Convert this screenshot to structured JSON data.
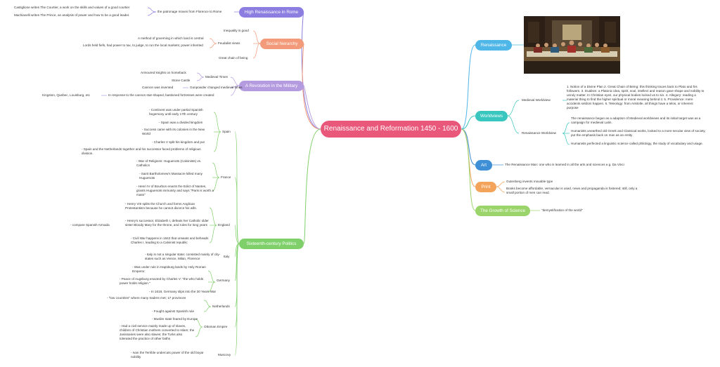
{
  "central": "Renaissance and Reformation 1450 - 1600",
  "colors": {
    "central": "#e9577a",
    "high_renaissance": "#8c7ee0",
    "social_hierarchy": "#f39a7a",
    "military": "#b49be0",
    "sixteenth_century": "#7fd06a",
    "renaissance": "#4fb6e8",
    "worldviews": "#38c6be",
    "art": "#3f8fd6",
    "print": "#f4a35a",
    "science": "#9ad46a"
  },
  "left": {
    "high_renaissance": {
      "label": "High Renaissance in Rome",
      "sub": "the patronage moves from Florence to Rome",
      "items": [
        "Castiglione writes The Courtier, a work on the skills and values of a good courtier",
        "Machiavelli writes The Prince, an analysis of power and how to be a good leader."
      ]
    },
    "social_hierarchy": {
      "label": "Social hierarchy",
      "inequality": "Inequality is good",
      "feudalist": "Feudalist views",
      "feudalist_items": [
        "A method of governing in which land is central",
        "Lords held fiefs, had power to tax, to judge, to run the local markets; power inherited"
      ],
      "chain": "Great chain of being"
    },
    "military": {
      "label": "A Revolution in the Military",
      "medieval_times": "Medieval Times",
      "knights": "Armoured knights on horseback",
      "castle": "Stone Castle",
      "gunpowder": "Gunpowder changed medieval times",
      "cannon": "Cannon was invented",
      "response": "In response to the cannon star-shaped, bastioned fortresses were created",
      "places": "Kingston, Quebec, Louisburg, etc"
    },
    "sixteenth": {
      "label": "Sixteenth-century Politics",
      "spain": {
        "label": "Spain",
        "items": [
          "- Continent was under partial Spanish hegemony until early 17th century",
          "- Spain was a divided kingdom",
          "- Success came with its colonies in the New World",
          "- Charles V split his kingdom and put",
          "- Spain and the Netherlands together and his successor faced problems of religious division."
        ]
      },
      "france": {
        "label": "France",
        "items": [
          "- War of Religions: Huguenots (Calvinists) vs. Catholics",
          "- Saint Bartholomew's Massacre killed many Huguenots",
          "- Henri IV of Bourbon enacts the Edict of Nantes, grants Huguenots immunity and says &quot;Paris is worth a mass&quot;"
        ]
      },
      "england": {
        "label": "England",
        "side": "- compare Spanish Armada",
        "items": [
          "- Henry VIII splits the Church and forms Anglican Protestantism because he cannot divorce his wife.",
          "- Henry's successor, Elizabeth I, defeats her Catholic older sister Bloody Mary for the throne, and rules for long years",
          "- Civil War happens in 1642 that unseats and beheads Charles I, leading to a Calvinist republic"
        ]
      },
      "italy": {
        "label": "Italy",
        "items": [
          "- Italy is not a singular state; consisted mainly of city-states such as Venice, Milan, Florence"
        ]
      },
      "germany": {
        "label": "Germany",
        "items": [
          "- Was under rule in Hapsburg lands by Holy Roman Emperor.",
          "- Peace of Augsburg enacted by Charles V: &quot;the who holds power holds religion.&quot;",
          "- In 1618, Germany slips into the 30 Years War"
        ]
      },
      "netherlands": {
        "label": "Netherlands",
        "items": [
          "- &quot;low countries&quot; where many traders met; 17 provinces",
          "- Fought against Spanish rule"
        ]
      },
      "ottoman": {
        "label": "Ottoman Empire",
        "items": [
          "- Muslim state feared by Europe",
          "- Had a civil service mainly made up of slaves, children of Christian mothers converted to Islam; the Janissaries were also slaves; the Turks also tolerated the practice of other faiths"
        ]
      },
      "muscovy": {
        "label": "Muscovy",
        "items": [
          "- Ivan the Terrible undercuts power of the old boyar nobility"
        ]
      }
    }
  },
  "right": {
    "renaissance": {
      "label": "Renaissance"
    },
    "worldviews": {
      "label": "Worldviews",
      "medieval": {
        "label": "Medieval Worldview",
        "text": "1. Notion of a Divine Plan 2. Great Chain of Being: this thinking traces back to Plato and his followers. 3. Dualism: a Platonic idea, spirit, soul, intellect and reason gave shape and nobility to unruly matter. In Christian eyes, our physical bodies locked us to sin. 4. Allegory: reading a material thing to find the higher spiritual or moral meaning behind it. 5. Providence: mere accidents seldom happen. 6. Teleology: from Aristotle, all things have a telos, or inherent purpose"
      },
      "renaissance_wv": {
        "label": "Renaissance Worldview",
        "items": [
          "The renaissance began as a adaption of Medieval worldviews and its initial target was as a campaign for medieval Latin.",
          "Humanists unearthed old Greek and Classical works, looked to a more secular view of society, put the emphasis back on man as an entity",
          "Humanists perfected a linguistic science called philology, the study of vocabulary and usage."
        ]
      }
    },
    "art": {
      "label": "Art",
      "text": "The Renaissance Man: one who is learned in all the arts and sciences e.g. Da Vinci"
    },
    "print": {
      "label": "Print",
      "items": [
        "Gutenberg invents movable type",
        "Books become affordable, vernacular is used, news and propaganda is fostered; still, only a small portion of men can read."
      ]
    },
    "science": {
      "label": "The Growth of Science",
      "text": "\"demystification of the world\""
    }
  }
}
